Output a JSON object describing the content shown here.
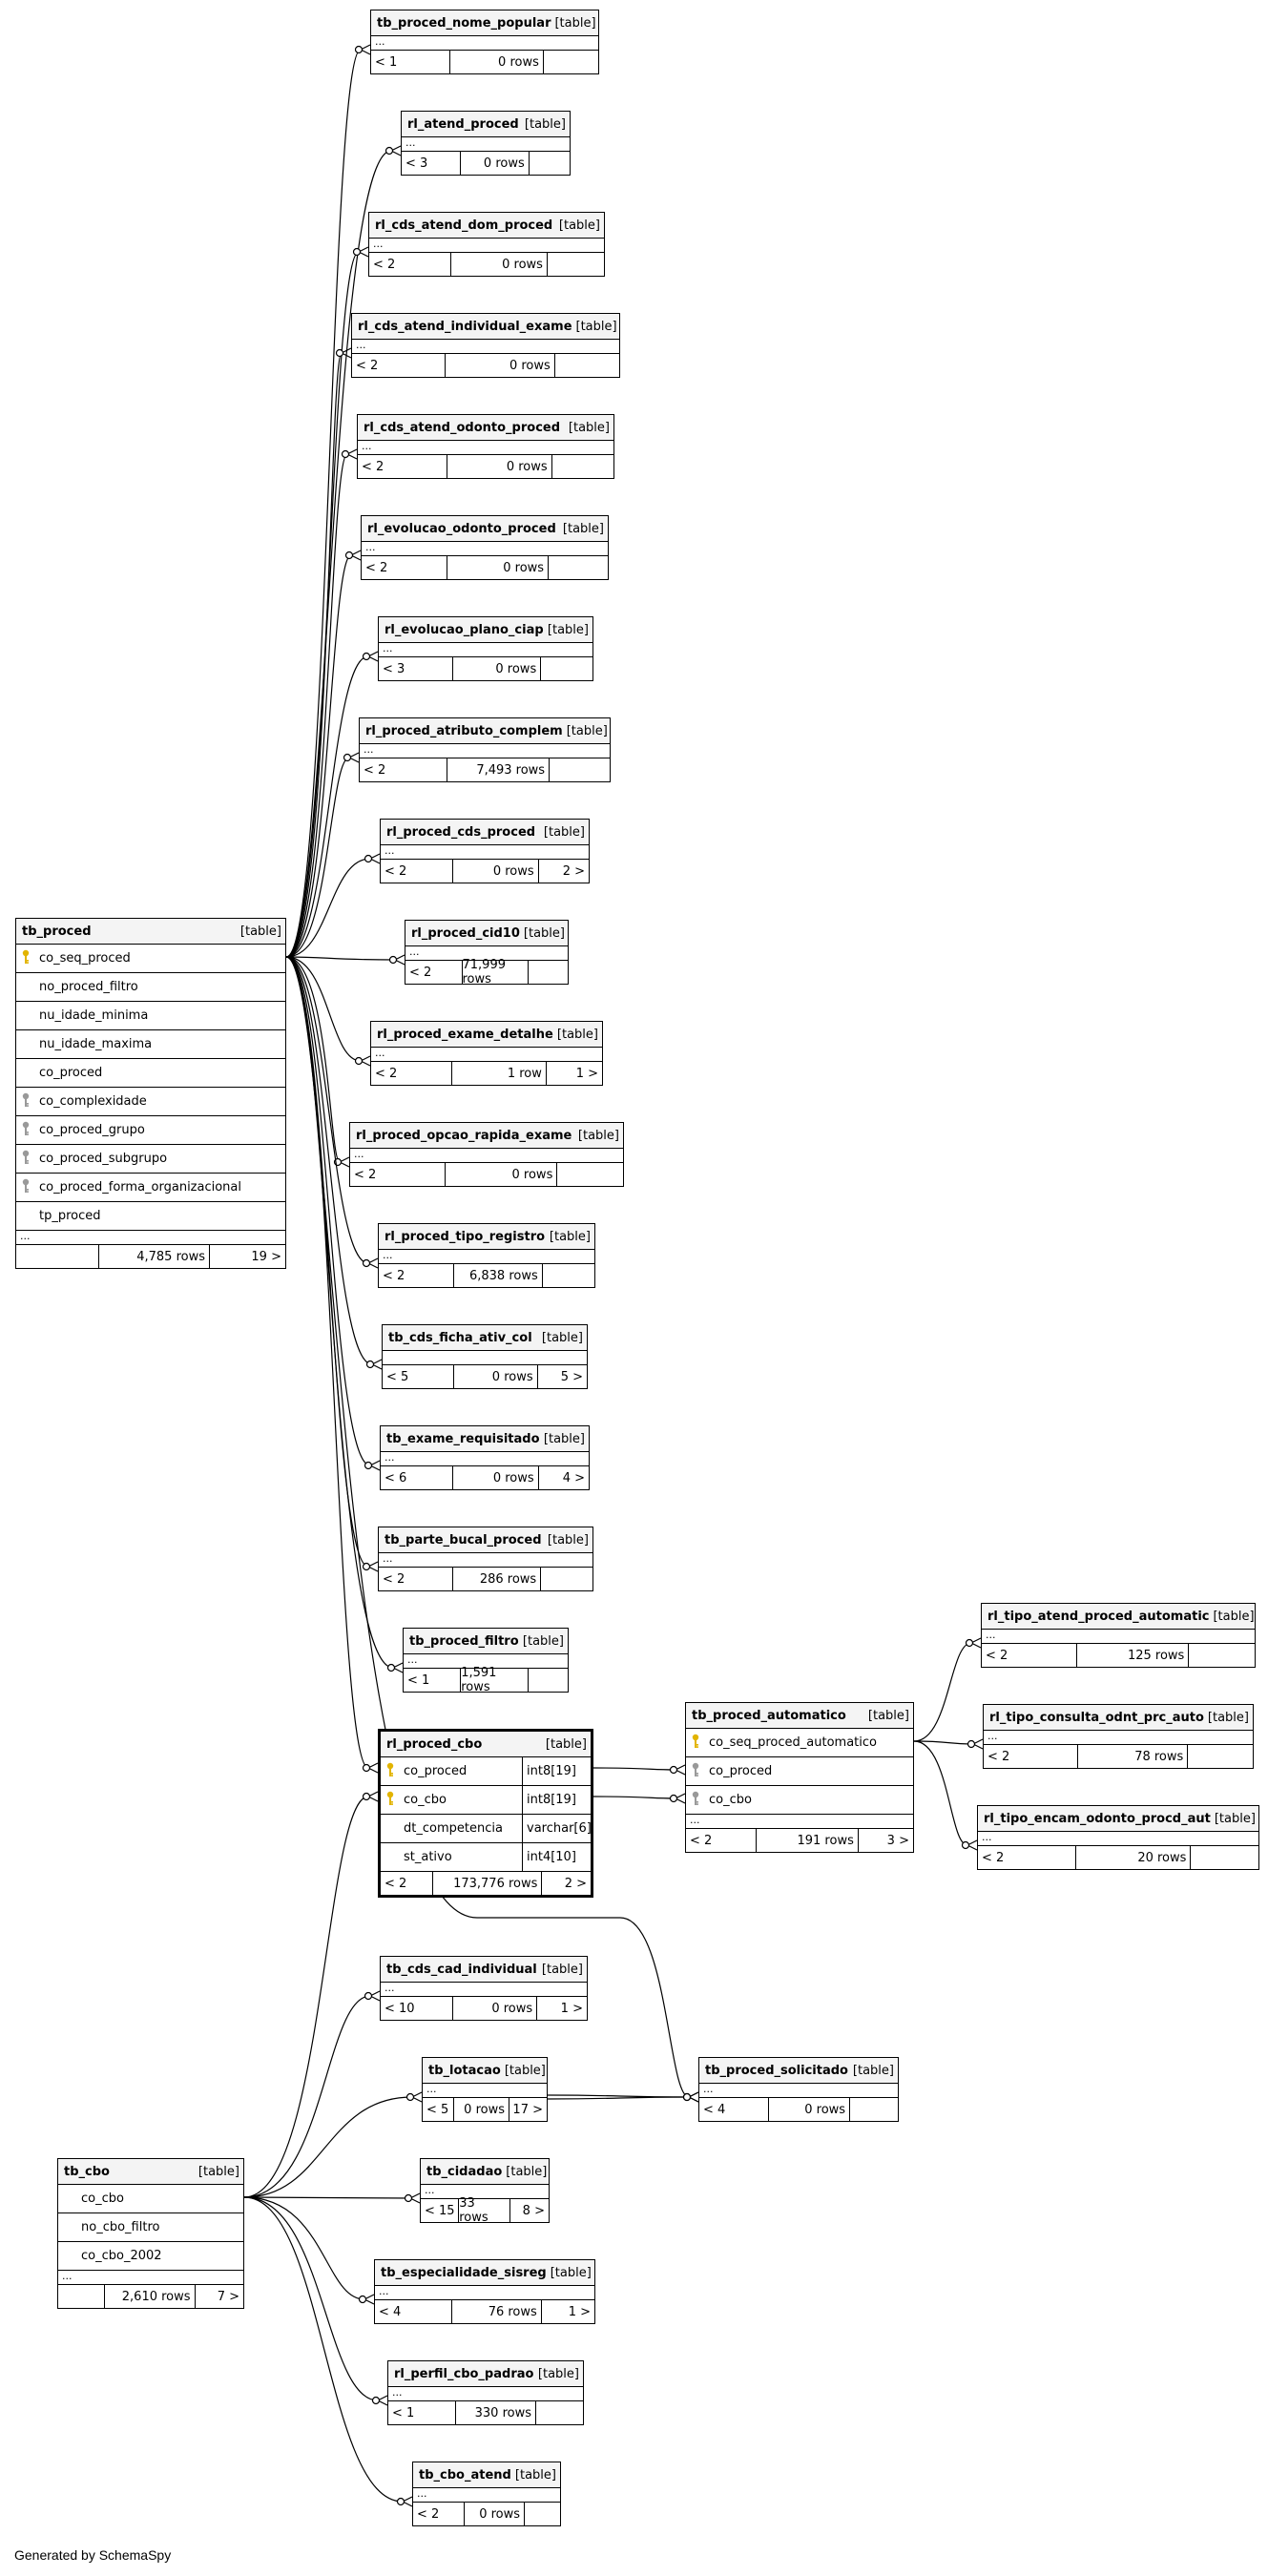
{
  "footer_text": "Generated by SchemaSpy",
  "key_icons": {
    "primary": "gold-key-icon",
    "foreign": "gray-key-icon"
  },
  "colors": {
    "primary_key": "#e2b400",
    "foreign_key": "#999999",
    "line": "#000000"
  },
  "tables": [
    {
      "id": "tb_proced_nome_popular",
      "name": "tb_proced_nome_popular",
      "type": "[table]",
      "ellipsis": "...",
      "parents": "< 1",
      "rows": "0 rows",
      "children": ""
    },
    {
      "id": "rl_atend_proced",
      "name": "rl_atend_proced",
      "type": "[table]",
      "ellipsis": "...",
      "parents": "< 3",
      "rows": "0 rows",
      "children": ""
    },
    {
      "id": "rl_cds_atend_dom_proced",
      "name": "rl_cds_atend_dom_proced",
      "type": "[table]",
      "ellipsis": "...",
      "parents": "< 2",
      "rows": "0 rows",
      "children": ""
    },
    {
      "id": "rl_cds_atend_individual_exame",
      "name": "rl_cds_atend_individual_exame",
      "type": "[table]",
      "ellipsis": "...",
      "parents": "< 2",
      "rows": "0 rows",
      "children": ""
    },
    {
      "id": "rl_cds_atend_odonto_proced",
      "name": "rl_cds_atend_odonto_proced",
      "type": "[table]",
      "ellipsis": "...",
      "parents": "< 2",
      "rows": "0 rows",
      "children": ""
    },
    {
      "id": "rl_evolucao_odonto_proced",
      "name": "rl_evolucao_odonto_proced",
      "type": "[table]",
      "ellipsis": "...",
      "parents": "< 2",
      "rows": "0 rows",
      "children": ""
    },
    {
      "id": "rl_evolucao_plano_ciap",
      "name": "rl_evolucao_plano_ciap",
      "type": "[table]",
      "ellipsis": "...",
      "parents": "< 3",
      "rows": "0 rows",
      "children": ""
    },
    {
      "id": "rl_proced_atributo_complem",
      "name": "rl_proced_atributo_complem",
      "type": "[table]",
      "ellipsis": "...",
      "parents": "< 2",
      "rows": "7,493 rows",
      "children": ""
    },
    {
      "id": "rl_proced_cds_proced",
      "name": "rl_proced_cds_proced",
      "type": "[table]",
      "ellipsis": "...",
      "parents": "< 2",
      "rows": "0 rows",
      "children": "2 >"
    },
    {
      "id": "rl_proced_cid10",
      "name": "rl_proced_cid10",
      "type": "[table]",
      "ellipsis": "...",
      "parents": "< 2",
      "rows": "71,999 rows",
      "children": ""
    },
    {
      "id": "rl_proced_exame_detalhe",
      "name": "rl_proced_exame_detalhe",
      "type": "[table]",
      "ellipsis": "...",
      "parents": "< 2",
      "rows": "1 row",
      "children": "1 >"
    },
    {
      "id": "rl_proced_opcao_rapida_exame",
      "name": "rl_proced_opcao_rapida_exame",
      "type": "[table]",
      "ellipsis": "...",
      "parents": "< 2",
      "rows": "0 rows",
      "children": ""
    },
    {
      "id": "rl_proced_tipo_registro",
      "name": "rl_proced_tipo_registro",
      "type": "[table]",
      "ellipsis": "...",
      "parents": "< 2",
      "rows": "6,838 rows",
      "children": ""
    },
    {
      "id": "tb_cds_ficha_ativ_col",
      "name": "tb_cds_ficha_ativ_col",
      "type": "[table]",
      "ellipsis": "",
      "parents": "< 5",
      "rows": "0 rows",
      "children": "5 >"
    },
    {
      "id": "tb_exame_requisitado",
      "name": "tb_exame_requisitado",
      "type": "[table]",
      "ellipsis": "...",
      "parents": "< 6",
      "rows": "0 rows",
      "children": "4 >"
    },
    {
      "id": "tb_parte_bucal_proced",
      "name": "tb_parte_bucal_proced",
      "type": "[table]",
      "ellipsis": "...",
      "parents": "< 2",
      "rows": "286 rows",
      "children": ""
    },
    {
      "id": "tb_proced_filtro",
      "name": "tb_proced_filtro",
      "type": "[table]",
      "ellipsis": "...",
      "parents": "< 1",
      "rows": "1,591 rows",
      "children": ""
    },
    {
      "id": "tb_proced",
      "name": "tb_proced",
      "type": "[table]",
      "ellipsis": "...",
      "parents": "",
      "rows": "4,785 rows",
      "children": "19 >",
      "columns": [
        {
          "name": "co_seq_proced",
          "key": "primary",
          "dtype": ""
        },
        {
          "name": "no_proced_filtro",
          "key": "",
          "dtype": ""
        },
        {
          "name": "nu_idade_minima",
          "key": "",
          "dtype": ""
        },
        {
          "name": "nu_idade_maxima",
          "key": "",
          "dtype": ""
        },
        {
          "name": "co_proced",
          "key": "",
          "dtype": ""
        },
        {
          "name": "co_complexidade",
          "key": "foreign",
          "dtype": ""
        },
        {
          "name": "co_proced_grupo",
          "key": "foreign",
          "dtype": ""
        },
        {
          "name": "co_proced_subgrupo",
          "key": "foreign",
          "dtype": ""
        },
        {
          "name": "co_proced_forma_organizacional",
          "key": "foreign",
          "dtype": ""
        },
        {
          "name": "tp_proced",
          "key": "",
          "dtype": ""
        }
      ]
    },
    {
      "id": "rl_proced_cbo",
      "name": "rl_proced_cbo",
      "type": "[table]",
      "ellipsis": "",
      "parents": "< 2",
      "rows": "173,776 rows",
      "children": "2 >",
      "selected": true,
      "columns": [
        {
          "name": "co_proced",
          "key": "primary",
          "dtype": "int8[19]"
        },
        {
          "name": "co_cbo",
          "key": "primary",
          "dtype": "int8[19]"
        },
        {
          "name": "dt_competencia",
          "key": "",
          "dtype": "varchar[6]"
        },
        {
          "name": "st_ativo",
          "key": "",
          "dtype": "int4[10]"
        }
      ]
    },
    {
      "id": "tb_proced_automatico",
      "name": "tb_proced_automatico",
      "type": "[table]",
      "ellipsis": "...",
      "parents": "< 2",
      "rows": "191 rows",
      "children": "3 >",
      "columns": [
        {
          "name": "co_seq_proced_automatico",
          "key": "primary",
          "dtype": ""
        },
        {
          "name": "co_proced",
          "key": "foreign",
          "dtype": ""
        },
        {
          "name": "co_cbo",
          "key": "foreign",
          "dtype": ""
        }
      ]
    },
    {
      "id": "rl_tipo_atend_proced_automatic",
      "name": "rl_tipo_atend_proced_automatic",
      "type": "[table]",
      "ellipsis": "...",
      "parents": "< 2",
      "rows": "125 rows",
      "children": ""
    },
    {
      "id": "rl_tipo_consulta_odnt_prc_auto",
      "name": "rl_tipo_consulta_odnt_prc_auto",
      "type": "[table]",
      "ellipsis": "...",
      "parents": "< 2",
      "rows": "78 rows",
      "children": ""
    },
    {
      "id": "rl_tipo_encam_odonto_procd_aut",
      "name": "rl_tipo_encam_odonto_procd_aut",
      "type": "[table]",
      "ellipsis": "...",
      "parents": "< 2",
      "rows": "20 rows",
      "children": ""
    },
    {
      "id": "tb_cds_cad_individual",
      "name": "tb_cds_cad_individual",
      "type": "[table]",
      "ellipsis": "...",
      "parents": "< 10",
      "rows": "0 rows",
      "children": "1 >"
    },
    {
      "id": "tb_lotacao",
      "name": "tb_lotacao",
      "type": "[table]",
      "ellipsis": "...",
      "parents": "< 5",
      "rows": "0 rows",
      "children": "17 >"
    },
    {
      "id": "tb_proced_solicitado",
      "name": "tb_proced_solicitado",
      "type": "[table]",
      "ellipsis": "...",
      "parents": "< 4",
      "rows": "0 rows",
      "children": ""
    },
    {
      "id": "tb_cbo",
      "name": "tb_cbo",
      "type": "[table]",
      "ellipsis": "...",
      "parents": "",
      "rows": "2,610 rows",
      "children": "7 >",
      "columns": [
        {
          "name": "co_cbo",
          "key": "",
          "dtype": ""
        },
        {
          "name": "no_cbo_filtro",
          "key": "",
          "dtype": ""
        },
        {
          "name": "co_cbo_2002",
          "key": "",
          "dtype": ""
        }
      ]
    },
    {
      "id": "tb_cidadao",
      "name": "tb_cidadao",
      "type": "[table]",
      "ellipsis": "...",
      "parents": "< 15",
      "rows": "33 rows",
      "children": "8 >"
    },
    {
      "id": "tb_especialidade_sisreg",
      "name": "tb_especialidade_sisreg",
      "type": "[table]",
      "ellipsis": "...",
      "parents": "< 4",
      "rows": "76 rows",
      "children": "1 >"
    },
    {
      "id": "rl_perfil_cbo_padrao",
      "name": "rl_perfil_cbo_padrao",
      "type": "[table]",
      "ellipsis": "...",
      "parents": "< 1",
      "rows": "330 rows",
      "children": ""
    },
    {
      "id": "tb_cbo_atend",
      "name": "tb_cbo_atend",
      "type": "[table]",
      "ellipsis": "...",
      "parents": "< 2",
      "rows": "0 rows",
      "children": ""
    }
  ]
}
